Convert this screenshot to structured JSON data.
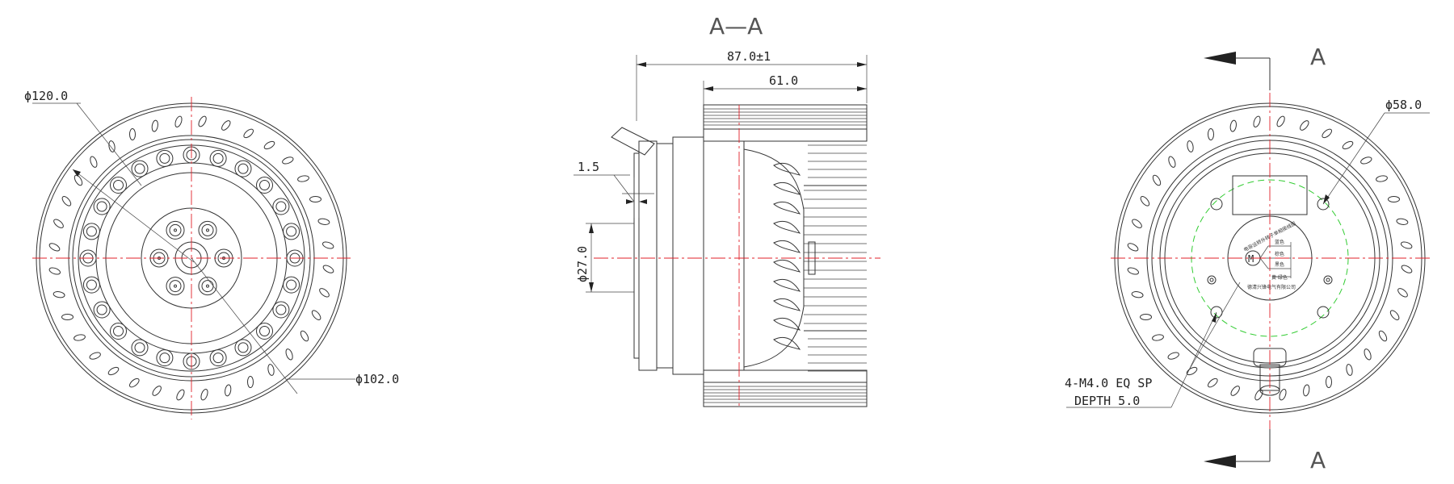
{
  "section_title": "A—A",
  "left_view": {
    "outer_diameter_label": "ϕ120.0",
    "inner_diameter_label": "ϕ102.0"
  },
  "section_view": {
    "overall_length_label": "87.0±1",
    "rotor_length_label": "61.0",
    "flange_thickness_label": "1.5",
    "shaft_diameter_label": "ϕ27.0"
  },
  "right_view": {
    "section_marker_top": "A",
    "section_marker_bottom": "A",
    "bolt_circle_label": "ϕ58.0",
    "thread_note_line1": "4-M4.0 EQ SP",
    "thread_note_line2": "DEPTH 5.0",
    "nameplate_title": "电容运转外转子单相接线图",
    "nameplate_motor_symbol": "M",
    "nameplate_maker": "德清兴锋电气有限公司",
    "wire_labels": [
      "蓝色",
      "棕色",
      "黑色",
      "黄·绿色"
    ]
  },
  "colors": {
    "line": "#333333",
    "centerline": "#e0202a",
    "hidden_circle": "#33cc33"
  }
}
